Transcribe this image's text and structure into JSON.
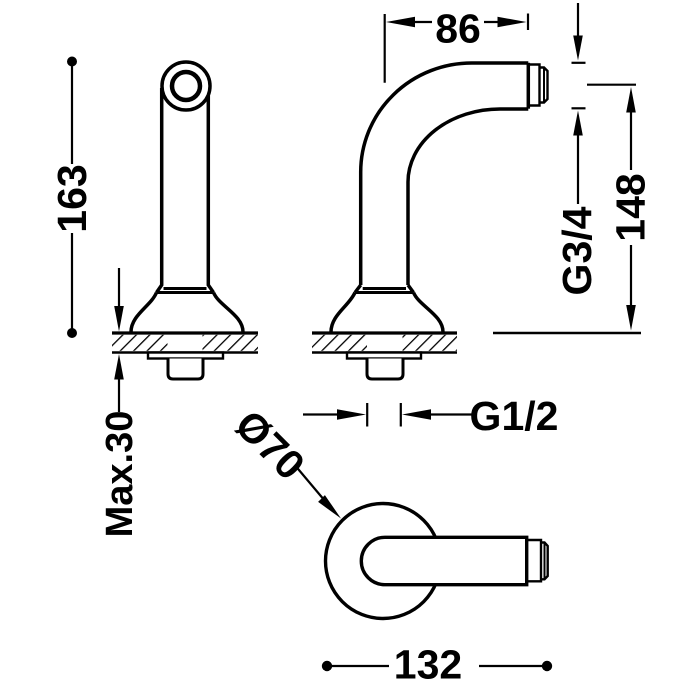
{
  "drawing": {
    "background_color": "#ffffff",
    "line_color": "#000000",
    "dimensions": {
      "overall_height": "163",
      "max_deck_thickness": "Max.30",
      "spout_reach": "86",
      "outlet_thread": "G3/4",
      "outlet_height": "148",
      "inlet_thread": "G1/2",
      "flange_diameter": "Ø70",
      "overall_length": "132"
    }
  }
}
